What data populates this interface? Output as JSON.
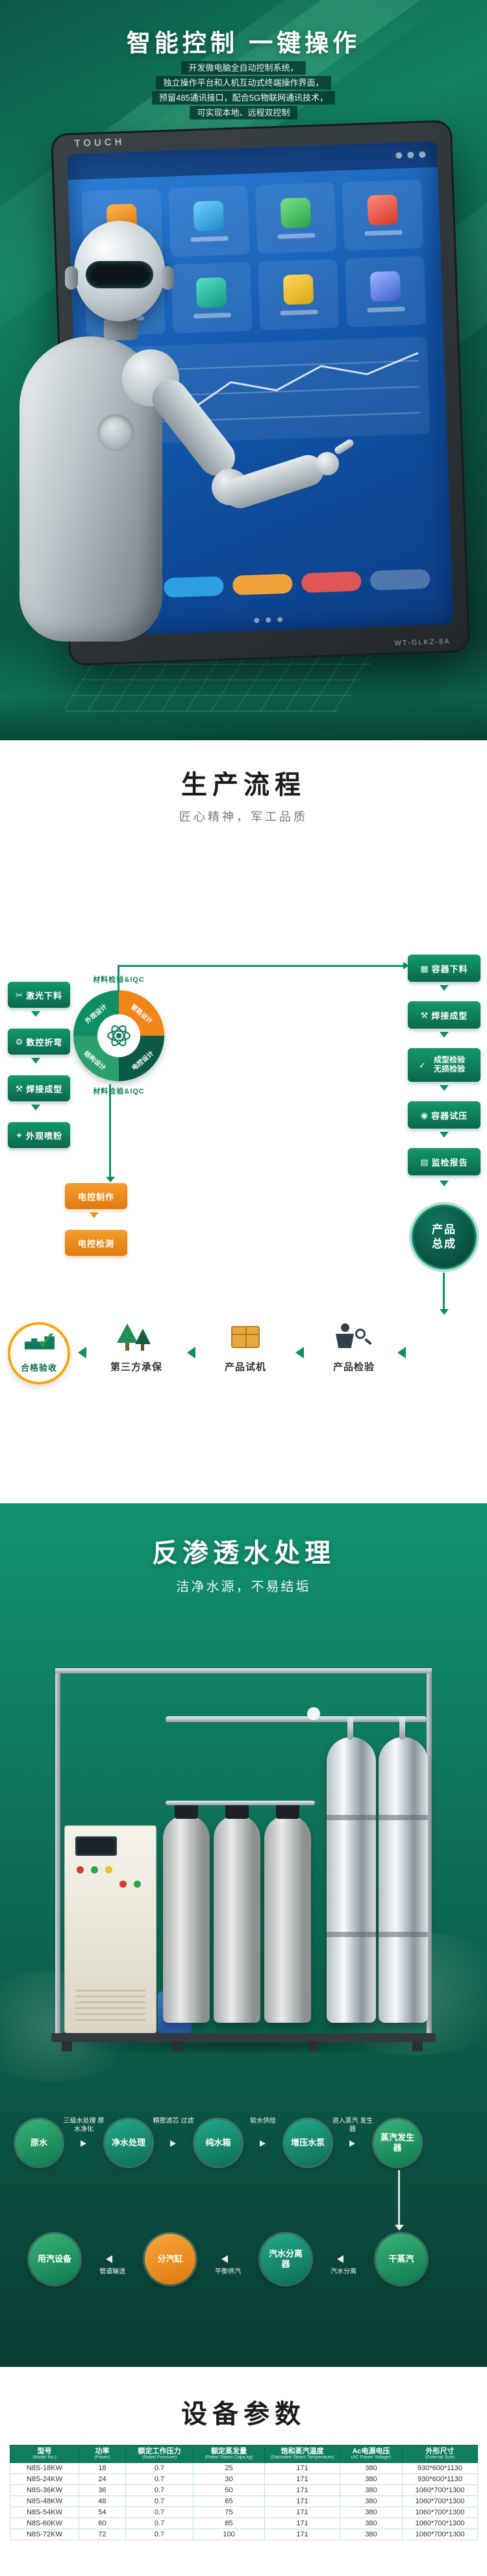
{
  "palette": {
    "brand_green": "#0c7b5b",
    "deep_green": "#083c32",
    "accent_orange": "#f08519",
    "check_green": "#22a23c",
    "ring_yellow": "#f6a60a",
    "screen_blue": "#1257ab",
    "table_header_green": "#0e7e5e"
  },
  "section_smart": {
    "title": "智能控制 一键操作",
    "lines": [
      "开发微电脑全自动控制系统，",
      "独立操作平台和人机互动式终端操作界面，",
      "预留485通讯接口，配合5G物联网通讯技术，",
      "可实现本地、远程双控制"
    ],
    "screen_brand": "TOUCH",
    "screen_model": "WT-GLKZ-8A"
  },
  "section_process": {
    "title": "生产流程",
    "subtitle": "匠心精神，军工品质",
    "left_steps": [
      "激光下料",
      "数控折弯",
      "焊接成型",
      "外观喷粉"
    ],
    "design_circle": {
      "arc_top": "材料检验&IQC",
      "arc_bottom": "材料检验&IQC",
      "segments": [
        "外观设计",
        "管路设计",
        "电控设计",
        "结构设计"
      ]
    },
    "electric_steps": [
      "电控制作",
      "电控检测"
    ],
    "vessel_steps": [
      "容器下料",
      "焊接成型",
      "成型检验 无损检验",
      "容器试压",
      "监检报告"
    ],
    "assembly_label": "产品总成",
    "acceptance_label": "合格验收",
    "bottom_steps": [
      "第三方承保",
      "产品试机",
      "产品检验"
    ]
  },
  "section_ro": {
    "title": "反渗透水处理",
    "subtitle": "洁净水源，不易结垢",
    "flow_row1": {
      "circles": [
        "原水",
        "净水处理",
        "纯水箱",
        "增压水泵",
        "蒸汽发生器"
      ],
      "steps": [
        "三级水处理 原水净化",
        "精密滤芯 过滤",
        "软水供给",
        "进入蒸汽 发生器"
      ]
    },
    "flow_row2": {
      "circles": [
        "用汽设备",
        "分汽缸",
        "汽水分离器",
        "干蒸汽"
      ],
      "steps": [
        "管道输送",
        "平衡供汽",
        "汽水分离"
      ]
    }
  },
  "section_params": {
    "title": "设备参数",
    "table": {
      "headers": [
        {
          "zh": "型号",
          "en": "(Model No.)"
        },
        {
          "zh": "功率",
          "en": "(Power)"
        },
        {
          "zh": "额定工作压力",
          "en": "(Rated Pressure)"
        },
        {
          "zh": "额定蒸发量",
          "en": "(Rated Steam Capa.kg)"
        },
        {
          "zh": "饱和蒸汽温度",
          "en": "(Saturated Steam Temperature)"
        },
        {
          "zh": "Ac电源电压",
          "en": "(AC Power Voltage)"
        },
        {
          "zh": "外形尺寸",
          "en": "(External Size)"
        }
      ],
      "rows": [
        [
          "N8S-18KW",
          "18",
          "0.7",
          "25",
          "171",
          "380",
          "930*600*1130"
        ],
        [
          "N8S-24KW",
          "24",
          "0.7",
          "30",
          "171",
          "380",
          "930*600*1130"
        ],
        [
          "N8S-36KW",
          "36",
          "0.7",
          "50",
          "171",
          "380",
          "1060*700*1300"
        ],
        [
          "N8S-48KW",
          "48",
          "0.7",
          "65",
          "171",
          "380",
          "1060*700*1300"
        ],
        [
          "N8S-54KW",
          "54",
          "0.7",
          "75",
          "171",
          "380",
          "1060*700*1300"
        ],
        [
          "N8S-60KW",
          "60",
          "0.7",
          "85",
          "171",
          "380",
          "1060*700*1300"
        ],
        [
          "N8S-72KW",
          "72",
          "0.7",
          "100",
          "171",
          "380",
          "1060*700*1300"
        ]
      ]
    }
  }
}
